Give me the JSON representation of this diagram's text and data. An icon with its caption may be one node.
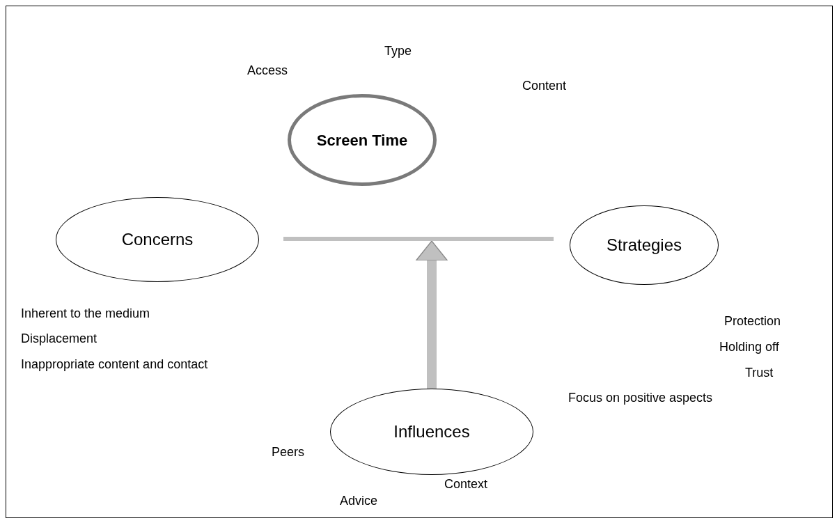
{
  "diagram": {
    "nodes": [
      {
        "text": [
          "Screen Time"
        ],
        "beside": [
          "Access",
          "Type"
        ]
      },
      {
        "text": [
          "Concerns"
        ],
        "beside": [
          "Inherent to the medium",
          "Displacement",
          "Inappropriate content and contact"
        ]
      },
      {
        "text": [
          "Strategies"
        ],
        "beside": [
          "Protection",
          "Holding off",
          "Trust",
          "Focus on positive aspects"
        ]
      },
      {
        "text": [
          "Influences"
        ],
        "beside": [
          "Peers",
          "Advice",
          "Context"
        ]
      },
      {
        "text": [],
        "shape": "bar"
      }
    ],
    "edges": [
      {
        "from": 3,
        "to": 4,
        "arrow": "to"
      }
    ],
    "labels": [
      "Content"
    ]
  }
}
